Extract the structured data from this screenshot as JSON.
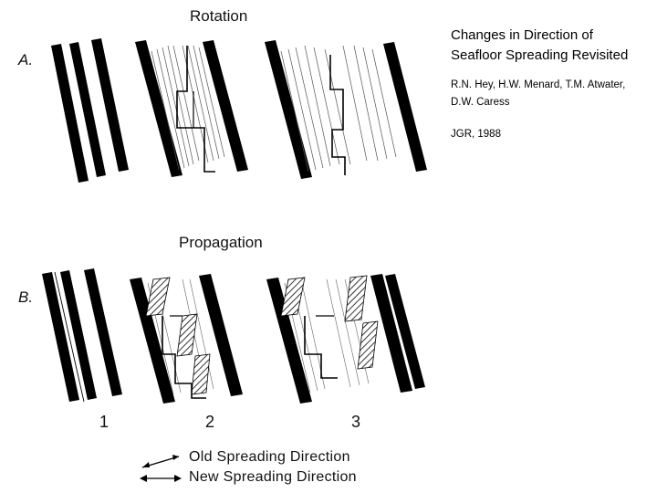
{
  "figure": {
    "panel_a": {
      "letter": "A.",
      "title": "Rotation"
    },
    "panel_b": {
      "letter": "B.",
      "title": "Propagation"
    },
    "stages": [
      "1",
      "2",
      "3"
    ],
    "legend": {
      "old_label": "Old Spreading Direction",
      "new_label": "New Spreading Direction"
    }
  },
  "sidebar": {
    "title": "Changes in Direction of Seafloor Spreading Revisited",
    "authors": "R.N. Hey, H.W. Menard, T.M. Atwater, D.W. Caress",
    "journal": "JGR, 1988"
  }
}
